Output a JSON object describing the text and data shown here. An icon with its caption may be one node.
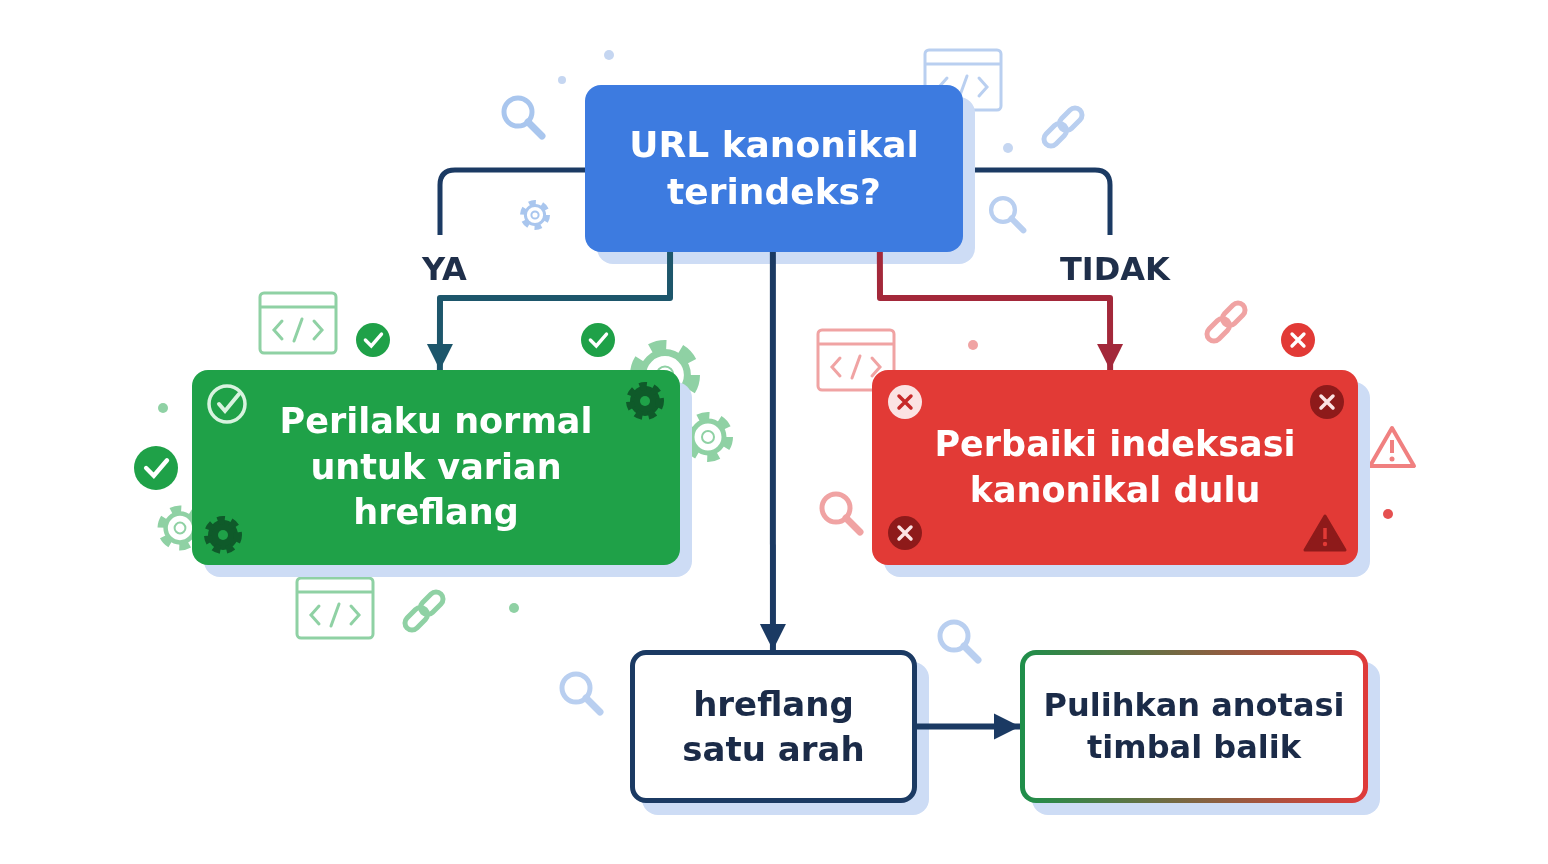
{
  "diagram": {
    "nodes": [
      {
        "text": [
          "URL kanonikal terindeks?"
        ]
      },
      {
        "text": [
          "Perilaku normal untuk varian hreflang"
        ]
      },
      {
        "text": [
          "Perbaiki indeksasi kanonikal dulu"
        ]
      },
      {
        "text": [
          "hreflang satu arah"
        ]
      },
      {
        "text": [
          "Pulihkan anotasi timbal balik"
        ]
      }
    ],
    "edges": [
      {
        "from": 0,
        "to": 1,
        "arrow": "to",
        "label": "YA",
        "color": "#1d566b"
      },
      {
        "from": 0,
        "to": 2,
        "arrow": "to",
        "label": "TIDAK",
        "color": "#a3283a"
      },
      {
        "from": 0,
        "to": 3,
        "arrow": "to"
      },
      {
        "from": 3,
        "to": 4,
        "arrow": "to"
      }
    ]
  }
}
